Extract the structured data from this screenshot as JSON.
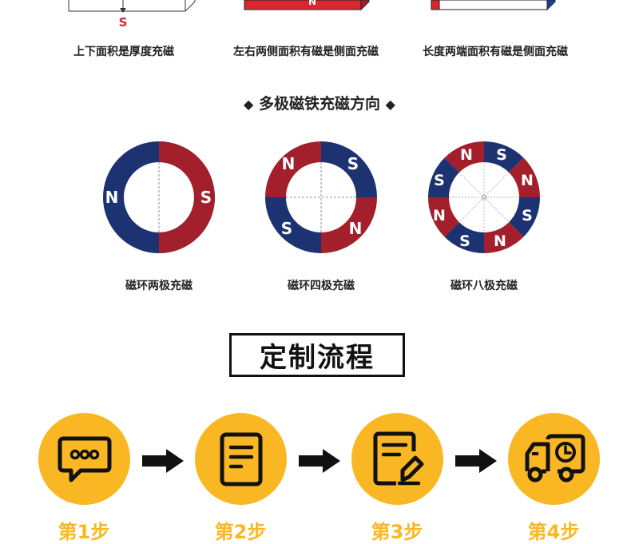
{
  "top": {
    "pole_label_s": "S",
    "pole_label_n": "N",
    "captions": [
      "上下面积是厚度充磁",
      "左右两侧面积有磁是侧面充磁",
      "长度两端面积有磁是侧面充磁"
    ]
  },
  "multipole": {
    "title": "多极磁铁充磁方向",
    "diamond": "◆",
    "rings": [
      {
        "caption": "磁环两极充磁"
      },
      {
        "caption": "磁环四极充磁"
      },
      {
        "caption": "磁环八极充磁"
      }
    ],
    "labels": {
      "n": "N",
      "s": "S"
    }
  },
  "colors": {
    "navy": "#1d3271",
    "red": "#a31f2c",
    "bright_red": "#d9262f",
    "blue": "#1e3d9f",
    "yellow": "#f9b823",
    "dark": "#111111"
  },
  "process": {
    "title": "定制流程",
    "steps": [
      {
        "label": "第1步",
        "icon": "chat-bubble-icon"
      },
      {
        "label": "第2步",
        "icon": "document-icon"
      },
      {
        "label": "第3步",
        "icon": "edit-document-icon"
      },
      {
        "label": "第4步",
        "icon": "delivery-truck-icon"
      }
    ]
  }
}
